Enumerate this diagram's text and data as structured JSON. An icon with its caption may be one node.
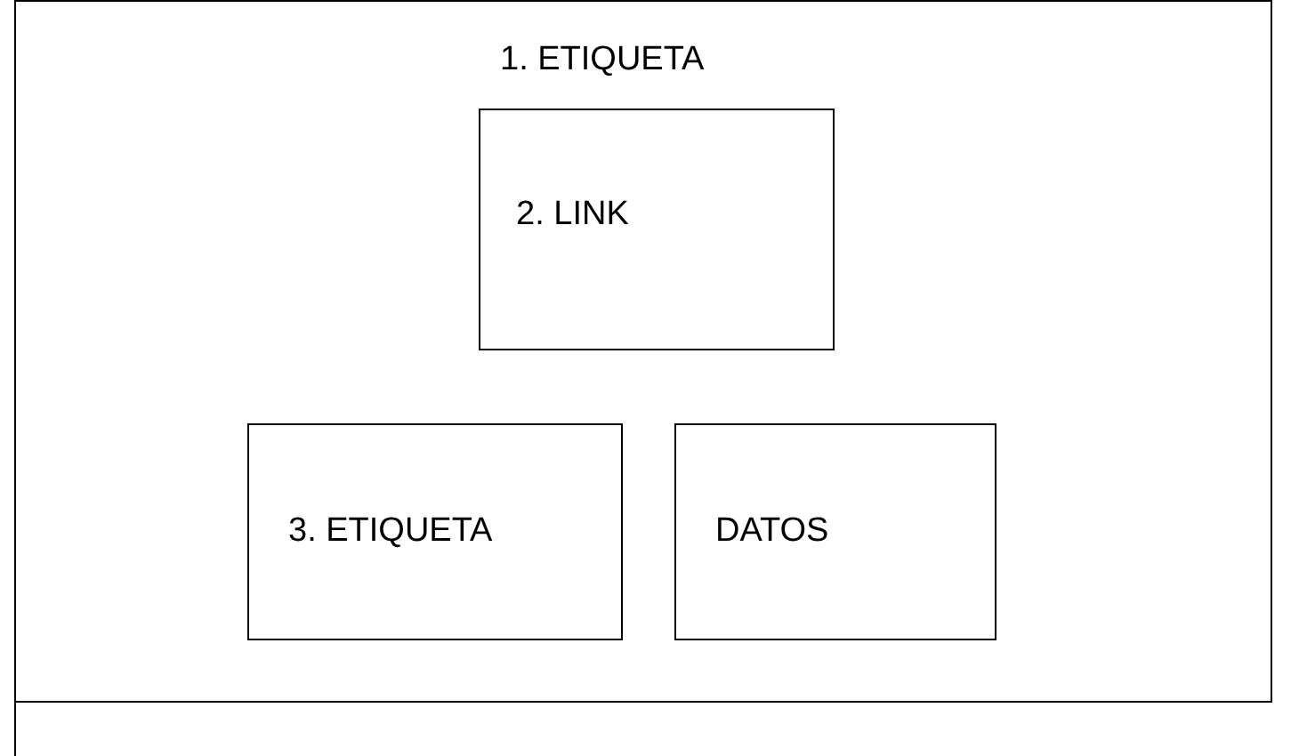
{
  "diagram": {
    "nodes": [
      {
        "text": [
          "1. ETIQUETA"
        ]
      },
      {
        "text": [
          "2. LINK"
        ],
        "in": 0
      },
      {
        "text": [
          "3. ETIQUETA"
        ],
        "in": 0
      },
      {
        "text": [
          "DATOS"
        ],
        "in": 0
      }
    ]
  }
}
